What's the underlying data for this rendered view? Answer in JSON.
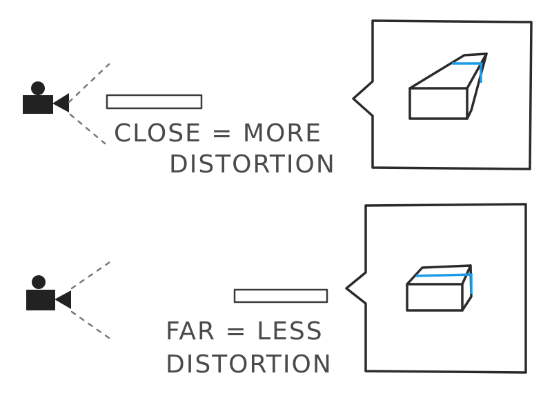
{
  "panels": [
    {
      "caption_line1": "CLOSE = MORE",
      "caption_line2": "DISTORTION"
    },
    {
      "caption_line1": "FAR = LESS",
      "caption_line2": "DISTORTION"
    }
  ],
  "icons": [
    "video-camera-icon",
    "video-camera-icon"
  ],
  "colors": {
    "accent": "#1a9be6",
    "ink": "#2b2b2b",
    "text": "#4a4a4a"
  }
}
